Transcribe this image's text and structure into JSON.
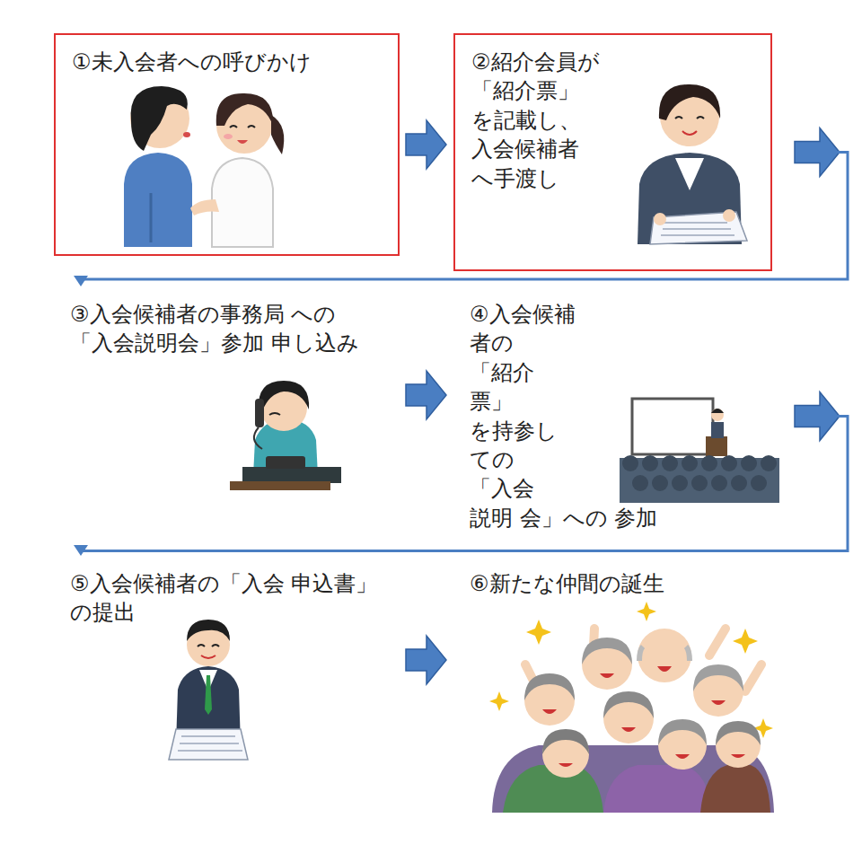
{
  "diagram": {
    "nodes": [
      {
        "text": [
          "①未入会者への呼びかけ"
        ]
      },
      {
        "text": [
          "②紹介会員が「紹介票」 を記載し、 入会候補者 へ手渡し"
        ]
      },
      {
        "text": [
          "③入会候補者の事務局 への「入会説明会」参加 申し込み"
        ]
      },
      {
        "text": [
          "④入会候補者の「紹介 票」を持参しての「入会 説明 会」への 参加"
        ]
      },
      {
        "text": [
          "⑤入会候補者の「入会 申込書」の提出"
        ]
      },
      {
        "text": [
          "⑥新たな仲間の誕生"
        ]
      }
    ],
    "edges": [
      {
        "from": 0,
        "to": 1,
        "arrow": "to"
      },
      {
        "from": 1,
        "to": 2,
        "arrow": "to"
      },
      {
        "from": 2,
        "to": 3,
        "arrow": "to"
      },
      {
        "from": 3,
        "to": 4,
        "arrow": "to"
      },
      {
        "from": 4,
        "to": 5,
        "arrow": "to"
      }
    ]
  }
}
